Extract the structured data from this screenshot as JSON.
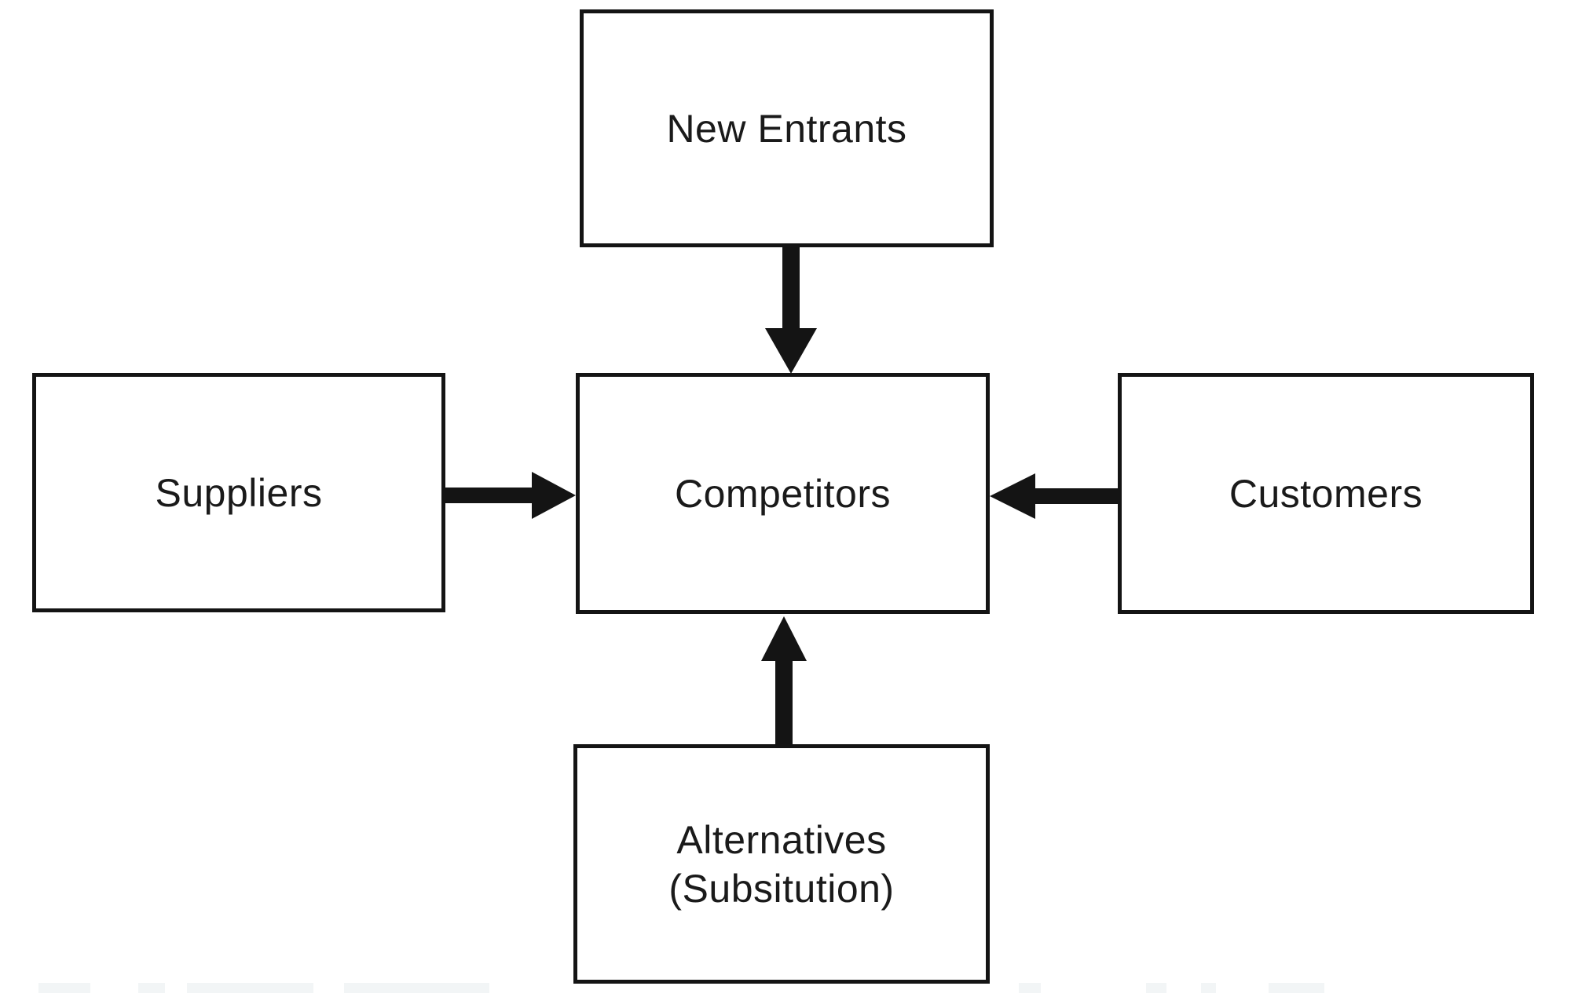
{
  "diagram": {
    "background_color": "#ffffff",
    "line_color": "#141414",
    "text_color": "#1a1a1a",
    "nodes": {
      "new_entrants": {
        "label": "New Entrants"
      },
      "suppliers": {
        "label": "Suppliers"
      },
      "competitors": {
        "label": "Competitors"
      },
      "customers": {
        "label": "Customers"
      },
      "alternatives": {
        "label_line1": "Alternatives",
        "label_line2": "(Subsitution)"
      }
    },
    "arrows": [
      {
        "from": "New Entrants",
        "to": "Competitors",
        "direction": "down"
      },
      {
        "from": "Suppliers",
        "to": "Competitors",
        "direction": "right"
      },
      {
        "from": "Customers",
        "to": "Competitors",
        "direction": "left"
      },
      {
        "from": "Alternatives (Subsitution)",
        "to": "Competitors",
        "direction": "up"
      }
    ]
  }
}
